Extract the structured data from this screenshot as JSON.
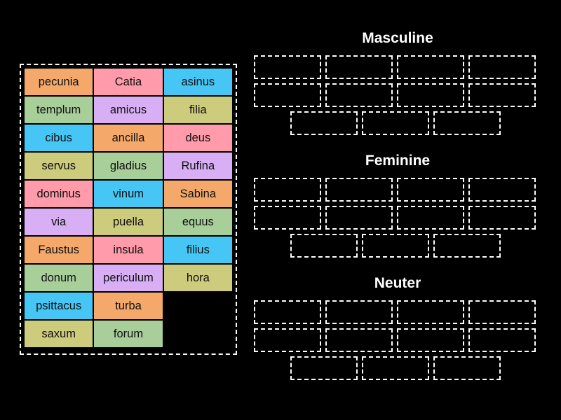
{
  "page": {
    "background_color": "#000000",
    "exercise_type": "drag-and-drop-sort"
  },
  "palette": {
    "orange": "#F4A96A",
    "pink": "#FF9BAA",
    "blue": "#45C6F5",
    "green": "#A8CF9A",
    "khaki": "#CDCB7C",
    "lavender": "#D8AFF5",
    "slot_border": "#ffffff",
    "tile_text": "#101010",
    "heading_text": "#ffffff"
  },
  "word_bank": {
    "columns": 3,
    "tiles": [
      {
        "label": "pecunia",
        "color": "#F4A96A"
      },
      {
        "label": "Catia",
        "color": "#FF9BAA"
      },
      {
        "label": "asinus",
        "color": "#45C6F5"
      },
      {
        "label": "templum",
        "color": "#A8CF9A"
      },
      {
        "label": "amicus",
        "color": "#D8AFF5"
      },
      {
        "label": "filia",
        "color": "#CDCB7C"
      },
      {
        "label": "cibus",
        "color": "#45C6F5"
      },
      {
        "label": "ancilla",
        "color": "#F4A96A"
      },
      {
        "label": "deus",
        "color": "#FF9BAA"
      },
      {
        "label": "servus",
        "color": "#CDCB7C"
      },
      {
        "label": "gladius",
        "color": "#A8CF9A"
      },
      {
        "label": "Rufina",
        "color": "#D8AFF5"
      },
      {
        "label": "dominus",
        "color": "#FF9BAA"
      },
      {
        "label": "vinum",
        "color": "#45C6F5"
      },
      {
        "label": "Sabina",
        "color": "#F4A96A"
      },
      {
        "label": "via",
        "color": "#D8AFF5"
      },
      {
        "label": "puella",
        "color": "#CDCB7C"
      },
      {
        "label": "equus",
        "color": "#A8CF9A"
      },
      {
        "label": "Faustus",
        "color": "#F4A96A"
      },
      {
        "label": "insula",
        "color": "#FF9BAA"
      },
      {
        "label": "filius",
        "color": "#45C6F5"
      },
      {
        "label": "donum",
        "color": "#A8CF9A"
      },
      {
        "label": "periculum",
        "color": "#D8AFF5"
      },
      {
        "label": "hora",
        "color": "#CDCB7C"
      },
      {
        "label": "psittacus",
        "color": "#45C6F5"
      },
      {
        "label": "turba",
        "color": "#F4A96A"
      },
      {
        "label": "",
        "color": ""
      },
      {
        "label": "saxum",
        "color": "#CDCB7C"
      },
      {
        "label": "forum",
        "color": "#A8CF9A"
      },
      {
        "label": "",
        "color": ""
      }
    ]
  },
  "categories": [
    {
      "id": "masculine",
      "title": "Masculine",
      "slot_rows": [
        4,
        4,
        3
      ],
      "slot_count": 11,
      "filled": []
    },
    {
      "id": "feminine",
      "title": "Feminine",
      "slot_rows": [
        4,
        4,
        3
      ],
      "slot_count": 11,
      "filled": []
    },
    {
      "id": "neuter",
      "title": "Neuter",
      "slot_rows": [
        4,
        4,
        3
      ],
      "slot_count": 11,
      "filled": []
    }
  ]
}
